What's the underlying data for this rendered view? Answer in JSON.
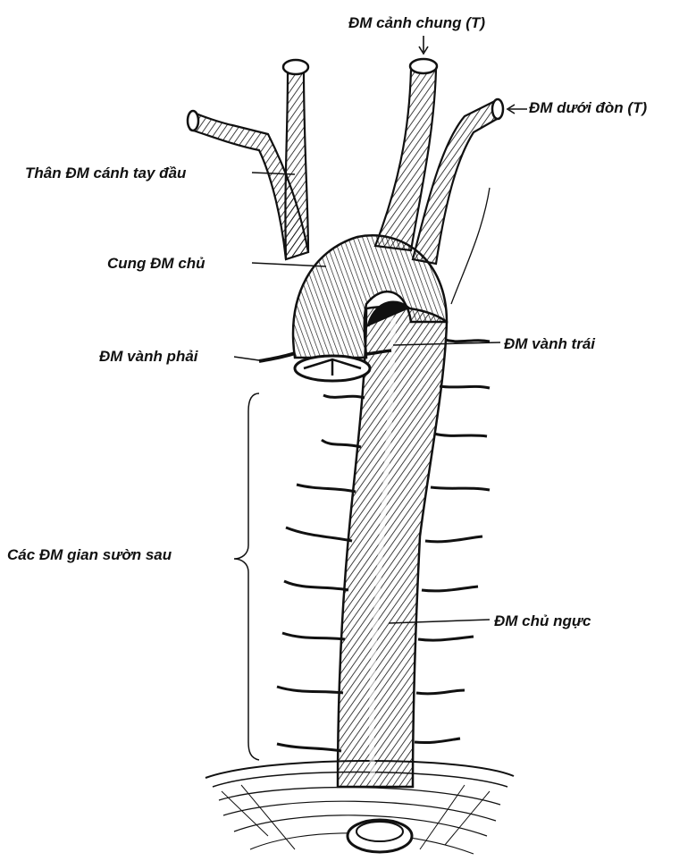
{
  "labels": {
    "common_carotid_left": "ĐM cảnh chung (T)",
    "subclavian_left": "ĐM dưới đòn (T)",
    "brachiocephalic_trunk": "Thân ĐM cánh tay đầu",
    "aortic_arch": "Cung ĐM chủ",
    "left_coronary": "ĐM vành trái",
    "right_coronary": "ĐM vành phải",
    "posterior_intercostal": "Các ĐM gian sườn sau",
    "thoracic_aorta": "ĐM chủ ngực"
  },
  "style": {
    "ink": "#111111",
    "background": "#ffffff"
  }
}
